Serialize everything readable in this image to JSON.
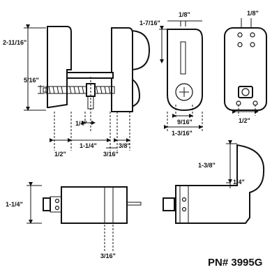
{
  "part_number": "PN# 3995G",
  "dimensions": {
    "height_total": "2-11/16\"",
    "thread_height": "5/16\"",
    "screw_offset": "1/4\"",
    "base_left": "1/2\"",
    "base_span": "1-1/4\"",
    "jaw_gap": "3/16\"",
    "jaw_depth": "3/8\"",
    "side_height": "1-7/16\"",
    "slot_width": "1/8\"",
    "head_width": "9/16\"",
    "side_width": "1-3/16\"",
    "back_slot": "1/8\"",
    "back_hole_spacing": "1/2\"",
    "front_height": "1-1/4\"",
    "front_bottom": "3/16\"",
    "right_height": "1-3/8\"",
    "right_top": "1/4\""
  }
}
